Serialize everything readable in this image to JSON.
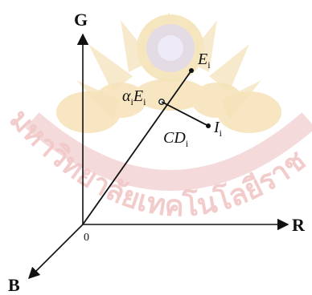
{
  "diagram": {
    "axes": {
      "g_label": "G",
      "r_label": "R",
      "b_label": "B",
      "origin_label": "0"
    },
    "points": {
      "e_main": "E",
      "e_sub": "i",
      "alpha_greek": "α",
      "alpha_sub": "i",
      "alpha_e": "E",
      "alpha_e_sub": "i",
      "cd_main": "CD",
      "cd_sub": "i",
      "i_main": "I",
      "i_sub": "i"
    },
    "watermark": {
      "thai_text": "มหาวิทยาลัยเทคโนโลยีราชมงคล"
    },
    "colors": {
      "ink": "#111111",
      "watermark_gold": "#f3e1b8",
      "watermark_rose": "#f0c9c9",
      "watermark_blue": "#d9d4ec"
    }
  }
}
